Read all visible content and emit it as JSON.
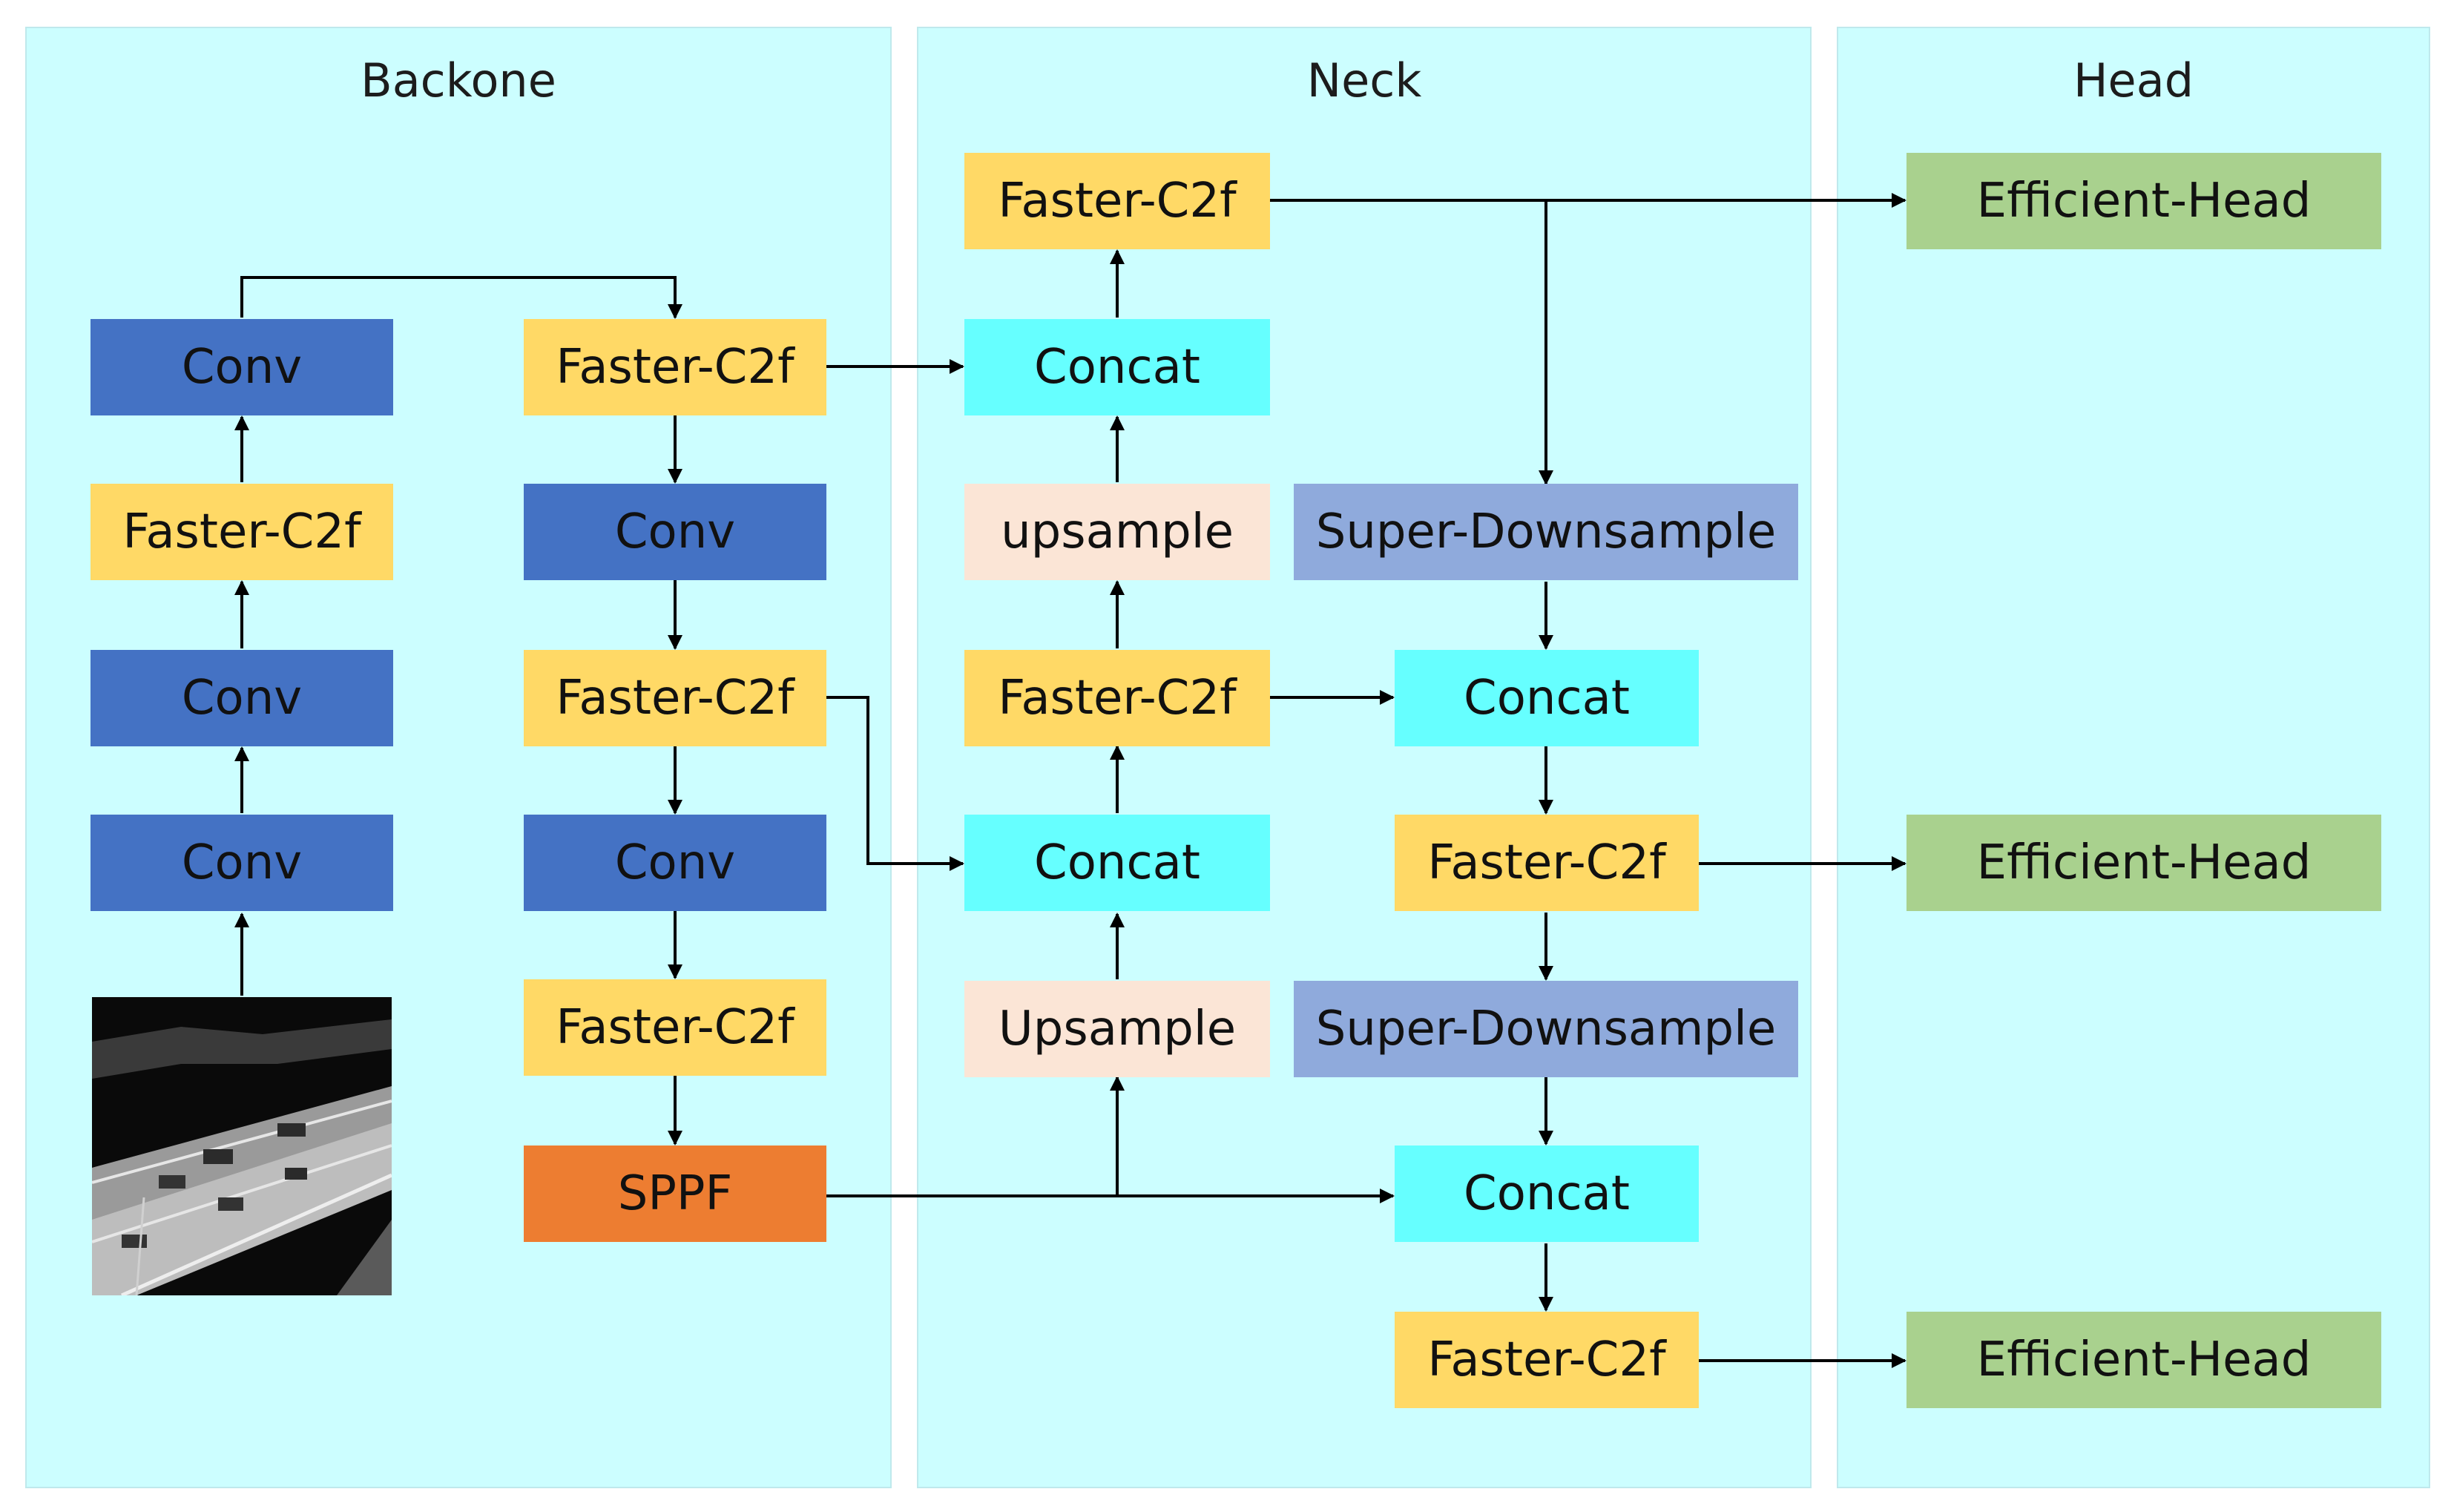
{
  "panels": {
    "backbone": "Backone",
    "neck": "Neck",
    "head": "Head"
  },
  "nodes": {
    "bb_conv1": "Conv",
    "bb_conv2": "Conv",
    "bb_c2f1": "Faster-C2f",
    "bb_conv3": "Conv",
    "bb_c2f2": "Faster-C2f",
    "bb_conv4": "Conv",
    "bb_c2f3": "Faster-C2f",
    "bb_conv5": "Conv",
    "bb_c2f4": "Faster-C2f",
    "bb_sppf": "SPPF",
    "nk_c2f_top": "Faster-C2f",
    "nk_concat1": "Concat",
    "nk_upsample1": "upsample",
    "nk_c2f_mid": "Faster-C2f",
    "nk_concat2": "Concat",
    "nk_upsample2": "Upsample",
    "nk_sdown1": "Super-Downsample",
    "nk_concat3": "Concat",
    "nk_c2f_p4": "Faster-C2f",
    "nk_sdown2": "Super-Downsample",
    "nk_concat4": "Concat",
    "nk_c2f_p5": "Faster-C2f",
    "hd_head1": "Efficient-Head",
    "hd_head2": "Efficient-Head",
    "hd_head3": "Efficient-Head"
  },
  "colors": {
    "panel": "#ccfeff",
    "conv": "#4472c4",
    "faster_c2f": "#ffd966",
    "concat": "#66ffff",
    "upsample": "#fbe5d6",
    "super_downsample": "#8faadc",
    "sppf": "#ed7d31",
    "efficient_head": "#a9d18e",
    "edge": "#000000"
  }
}
